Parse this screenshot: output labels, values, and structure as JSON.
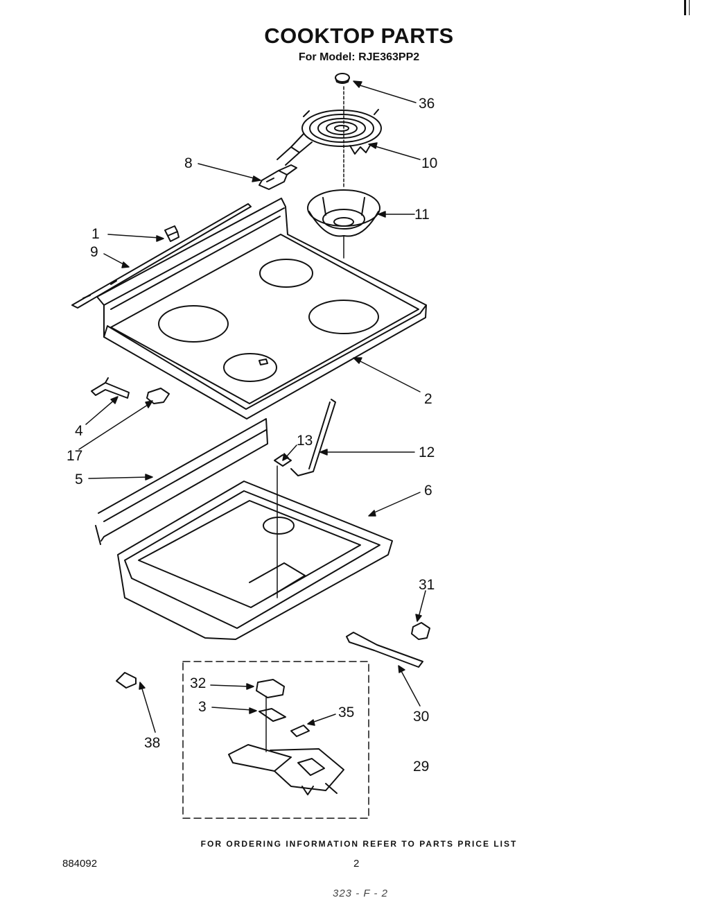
{
  "title": "COOKTOP PARTS",
  "subtitle": "For Model: RJE363PP2",
  "callouts": {
    "c36": "36",
    "c10": "10",
    "c8": "8",
    "c11": "11",
    "c1": "1",
    "c9": "9",
    "c2": "2",
    "c4": "4",
    "c17": "17",
    "c13": "13",
    "c12": "12",
    "c5": "5",
    "c6": "6",
    "c31": "31",
    "c32": "32",
    "c3": "3",
    "c35": "35",
    "c30": "30",
    "c38": "38",
    "c29": "29"
  },
  "footer": "FOR ORDERING INFORMATION REFER TO PARTS PRICE LIST",
  "doc_number": "884092",
  "page_number": "2",
  "stamp": "323 - F - 2"
}
